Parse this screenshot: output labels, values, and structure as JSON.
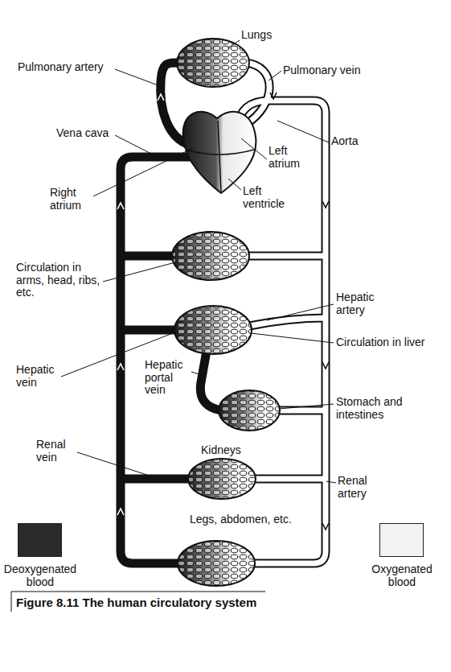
{
  "diagram": {
    "caption": "Figure 8.11 The human circulatory system",
    "labels": [
      "Lungs",
      "Pulmonary artery",
      "Pulmonary vein",
      "Vena cava",
      "Aorta",
      "Left atrium",
      "Right atrium",
      "Left ventricle",
      "Circulation in arms, head, ribs, etc.",
      "Hepatic artery",
      "Circulation in liver",
      "Hepatic vein",
      "Hepatic portal vein",
      "Stomach and intestines",
      "Renal vein",
      "Kidneys",
      "Renal artery",
      "Legs, abdomen, etc."
    ],
    "legend": [
      {
        "text": "Deoxygenated blood",
        "color": "#2a2a2a"
      },
      {
        "text": "Oxygenated blood",
        "color": "#f2f2f2"
      }
    ]
  }
}
